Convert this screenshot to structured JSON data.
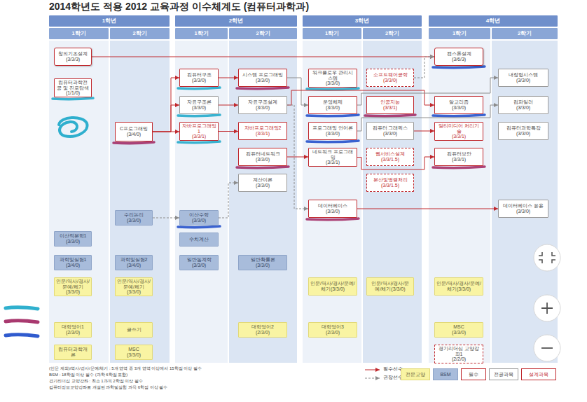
{
  "diagram": {
    "title": "2014학년도 적용 2012 교육과정 이수체계도 (컴퓨터과학과)",
    "nodes": [
      {
        "text": [
          "1학년"
        ]
      },
      {
        "text": [
          "2학년"
        ]
      },
      {
        "text": [
          "3학년"
        ]
      },
      {
        "text": [
          "4학년"
        ]
      },
      {
        "text": [
          "1학기"
        ]
      },
      {
        "text": [
          "2학기"
        ]
      },
      {
        "text": [
          "1학기"
        ]
      },
      {
        "text": [
          "2학기"
        ]
      },
      {
        "text": [
          "1학기"
        ]
      },
      {
        "text": [
          "2학기"
        ]
      },
      {
        "text": [
          "1학기"
        ]
      },
      {
        "text": [
          "2학기"
        ]
      },
      {
        "text": [
          "창의기초설계",
          "(3/3/3)"
        ]
      },
      {
        "text": [
          "컴퓨터과학전공 및 진로탐색",
          "(1/1/0)"
        ]
      },
      {
        "text": [
          "이산적분학1",
          "(3/3/0)"
        ]
      },
      {
        "text": [
          "과학및실험1",
          "(3/4/0)"
        ]
      },
      {
        "text": [
          "인문/역사/경사/문예/체기(3/3/0)"
        ]
      },
      {
        "text": [
          "대학영어1",
          "(2/3/0)"
        ]
      },
      {
        "text": [
          "컴퓨터과학개론"
        ]
      },
      {
        "text": [
          "C프로그래밍",
          "(3/4/0)"
        ]
      },
      {
        "text": [
          "수리논리",
          "(3/3/0)"
        ]
      },
      {
        "text": [
          "과학및실험2",
          "(3/4/0)"
        ]
      },
      {
        "text": [
          "인문/역사/경사/문예/체기(3/3/0)"
        ]
      },
      {
        "text": [
          "글쓰기"
        ]
      },
      {
        "text": [
          "MSC",
          "(3/3/0)"
        ]
      },
      {
        "text": [
          "컴퓨터구조",
          "(3/3/0)"
        ]
      },
      {
        "text": [
          "자료구조론",
          "(3/3/0)"
        ]
      },
      {
        "text": [
          "자바프로그래밍1",
          "(3/3/1)"
        ]
      },
      {
        "text": [
          "이산수학",
          "(3/3/0)"
        ]
      },
      {
        "text": [
          "수치계산"
        ]
      },
      {
        "text": [
          "일반통계학",
          "(3/3/0)"
        ]
      },
      {
        "text": [
          "시스템 프로그래밍",
          "(3/3/0)"
        ]
      },
      {
        "text": [
          "자료구조설계",
          "(3/3/0)"
        ]
      },
      {
        "text": [
          "자바프로그래밍2",
          "(3/3/1)"
        ]
      },
      {
        "text": [
          "컴퓨터네트워크",
          "(3/3/0)"
        ]
      },
      {
        "text": [
          "계산이론",
          "(3/3/0)"
        ]
      },
      {
        "text": [
          "일반확률론",
          "(3/3/0)"
        ]
      },
      {
        "text": [
          "대학영어2",
          "(2/3/0)"
        ]
      },
      {
        "text": [
          "워크플로우 관리시스템",
          "(3/3/0)"
        ]
      },
      {
        "text": [
          "운영체제",
          "(3/3/0)"
        ]
      },
      {
        "text": [
          "프로그래밍 언어론",
          "(3/3/0)"
        ]
      },
      {
        "text": [
          "네트워크 프로그래밍",
          "(3/3/1)"
        ]
      },
      {
        "text": [
          "데이터베이스",
          "(3/3/0)"
        ]
      },
      {
        "text": [
          "인문/역사/경사/문예/체기(3/3/0)"
        ]
      },
      {
        "text": [
          "대학영어3",
          "(2/3/0)"
        ]
      },
      {
        "text": [
          "소프트웨어공학",
          "(3/3/0)"
        ]
      },
      {
        "text": [
          "인공지능",
          "(3/3/1)"
        ]
      },
      {
        "text": [
          "컴퓨터 그래픽스",
          "(3/3/0)"
        ]
      },
      {
        "text": [
          "웹서비스설계",
          "(3/3/1.5)"
        ]
      },
      {
        "text": [
          "분산및병렬처리",
          "(3/3/1.5)"
        ]
      },
      {
        "text": [
          "인문/역사/경사/문예/체기(3/3/0)"
        ]
      },
      {
        "text": [
          "캡스톤설계",
          "(3/6/3)"
        ]
      },
      {
        "text": [
          "알고리즘",
          "(3/3/0)"
        ]
      },
      {
        "text": [
          "멀티미디어 처리기술",
          "(3/3/1)"
        ]
      },
      {
        "text": [
          "컴퓨터보안",
          "(3/3/1)"
        ]
      },
      {
        "text": [
          "인문/역사/경사/문예/체기(3/3/0)"
        ]
      },
      {
        "text": [
          "MSC",
          "(3/3/0)"
        ]
      },
      {
        "text": [
          "경기리더십 교양강좌1",
          "(2/2/0)"
        ]
      },
      {
        "text": [
          "내장형시스템",
          "(3/3/0)"
        ]
      },
      {
        "text": [
          "컴파일러",
          "(3/3/0)"
        ]
      },
      {
        "text": [
          "컴퓨터과학특강",
          "(3/3/0)"
        ]
      },
      {
        "text": [
          "데이터베이스 응용",
          "(3/3/0)"
        ]
      }
    ],
    "edges": [
      {
        "from": 12,
        "to": 51,
        "arrow": "to"
      },
      {
        "from": 19,
        "to": 25,
        "arrow": "to"
      },
      {
        "from": 19,
        "to": 26,
        "arrow": "to"
      },
      {
        "from": 19,
        "to": 27,
        "arrow": "to"
      },
      {
        "from": 25,
        "to": 31,
        "arrow": "to"
      },
      {
        "from": 26,
        "to": 32,
        "arrow": "to"
      },
      {
        "from": 27,
        "to": 33,
        "arrow": "to"
      },
      {
        "from": 20,
        "to": 28,
        "arrow": "to"
      },
      {
        "from": 28,
        "to": 35,
        "arrow": "to"
      },
      {
        "from": 31,
        "to": 39,
        "arrow": "to"
      },
      {
        "from": 32,
        "to": 52,
        "arrow": "to"
      },
      {
        "from": 32,
        "to": 42,
        "arrow": "to"
      },
      {
        "from": 34,
        "to": 41,
        "arrow": "to"
      },
      {
        "from": 39,
        "to": 58,
        "arrow": "to"
      },
      {
        "from": 40,
        "to": 59,
        "arrow": "to"
      },
      {
        "from": 41,
        "to": 54,
        "arrow": "to"
      },
      {
        "from": 42,
        "to": 61,
        "arrow": "to"
      },
      {
        "from": 45,
        "to": 51,
        "arrow": "to"
      },
      {
        "from": 47,
        "to": 53,
        "arrow": "to"
      }
    ],
    "labels": [
      "(인문 제외)/역사/경사/문예/체기 : 5개 영역 중 3개 영역 이상에서 15학점 이상 필수",
      "BSM : 18학점 이상 필수 (과학 6학점 포함)",
      "경기리더십 교양강좌 : 최소 1과목 2학점 이상 필수",
      "컴퓨터정보교양강좌로 개설된 과학및실험 과목 6학점 이상 필수"
    ],
    "legend": [
      {
        "text": "필수선수"
      },
      {
        "text": "권장선수"
      },
      {
        "text": "전문교양",
        "color": "#f9f4a3"
      },
      {
        "text": "BSM",
        "color": "#a8bcdb"
      },
      {
        "text": "필수",
        "color": "#ffffff"
      },
      {
        "text": "전공과목",
        "color": "#ffffff"
      },
      {
        "text": "설계과목",
        "color": "#ffffff"
      }
    ]
  }
}
